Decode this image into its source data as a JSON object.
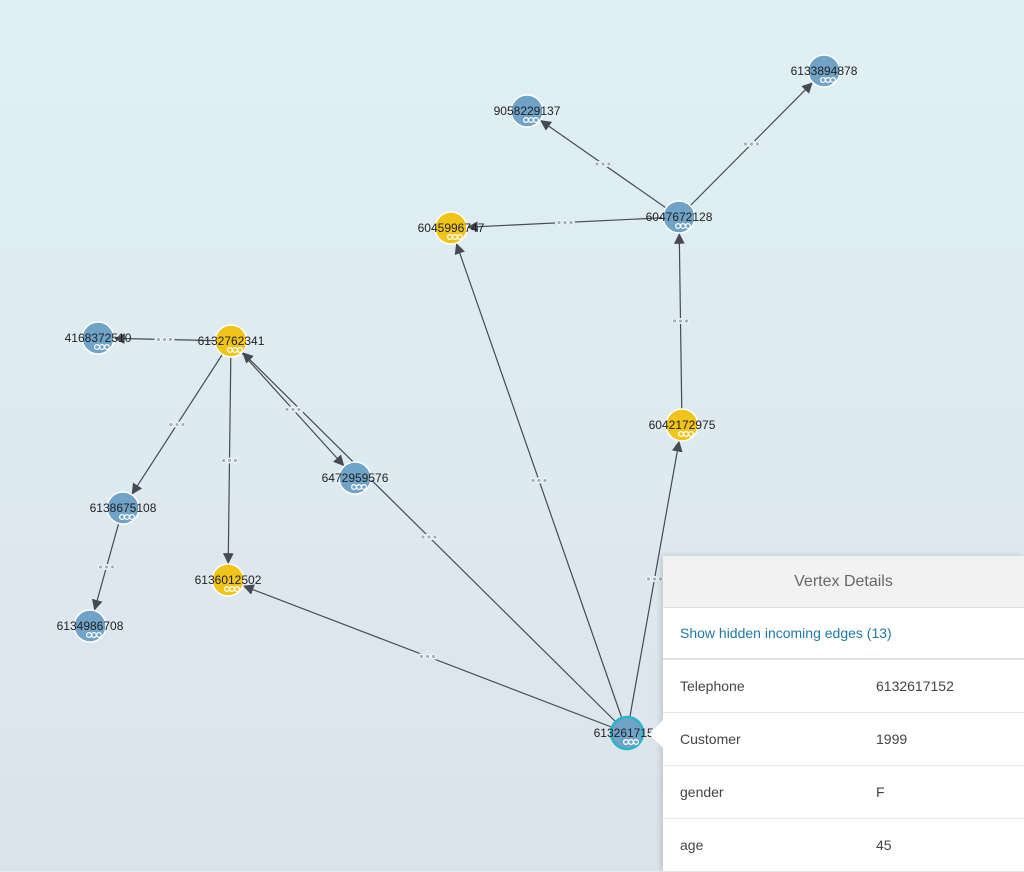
{
  "graph": {
    "nodes": [
      {
        "id": "6133894878",
        "type": "blue"
      },
      {
        "id": "9058229137",
        "type": "blue"
      },
      {
        "id": "6045996747",
        "type": "yellow"
      },
      {
        "id": "6047672128",
        "type": "blue"
      },
      {
        "id": "4168372510",
        "type": "blue"
      },
      {
        "id": "6132762341",
        "type": "yellow"
      },
      {
        "id": "6042172975",
        "type": "yellow"
      },
      {
        "id": "6472959576",
        "type": "blue"
      },
      {
        "id": "6138675108",
        "type": "blue"
      },
      {
        "id": "6136012502",
        "type": "yellow"
      },
      {
        "id": "6134986708",
        "type": "blue"
      },
      {
        "id": "6132617152",
        "type": "selected"
      }
    ],
    "edges": [
      [
        "6047672128",
        "6133894878"
      ],
      [
        "6047672128",
        "9058229137"
      ],
      [
        "6047672128",
        "6045996747"
      ],
      [
        "6042172975",
        "6047672128"
      ],
      [
        "6132617152",
        "6042172975"
      ],
      [
        "6132617152",
        "6045996747"
      ],
      [
        "6132617152",
        "6132762341"
      ],
      [
        "6132762341",
        "6472959576"
      ],
      [
        "6132617152",
        "6136012502"
      ],
      [
        "6132762341",
        "4168372510"
      ],
      [
        "6132762341",
        "6138675108"
      ],
      [
        "6132762341",
        "6136012502"
      ],
      [
        "6138675108",
        "6134986708"
      ]
    ],
    "colors": {
      "blue": "#6fa3c8",
      "yellow": "#f0c419",
      "selected_border": "#2bb5c8",
      "edge": "#454a55"
    }
  },
  "panel": {
    "title": "Vertex Details",
    "link": "Show hidden incoming edges (13)",
    "rows": [
      {
        "key": "Telephone",
        "value": "6132617152"
      },
      {
        "key": "Customer",
        "value": "1999"
      },
      {
        "key": "gender",
        "value": "F"
      },
      {
        "key": "age",
        "value": "45"
      }
    ]
  }
}
